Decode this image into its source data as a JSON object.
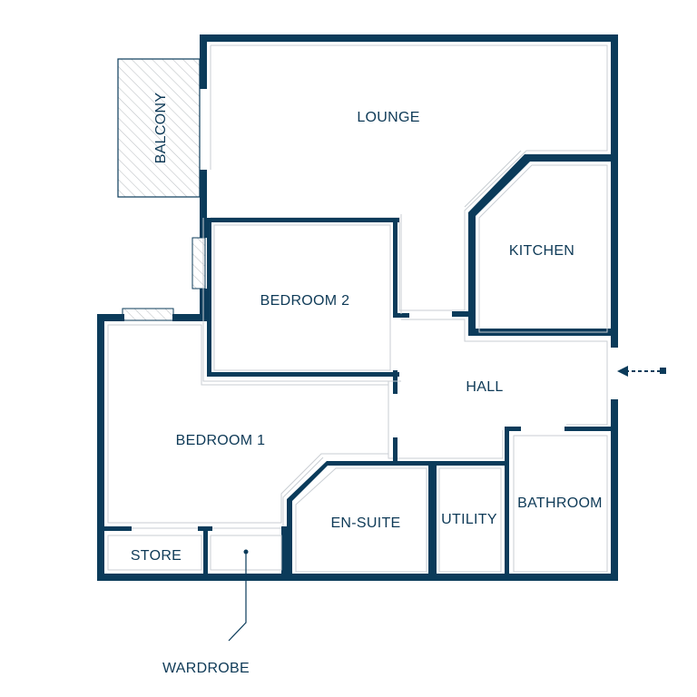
{
  "colors": {
    "wall": "#0b3b5a",
    "label": "#0e3a57",
    "background": "#ffffff",
    "hatch": "#c0c4c8"
  },
  "rooms": {
    "lounge": "LOUNGE",
    "balcony": "BALCONY",
    "kitchen": "KITCHEN",
    "bedroom2": "BEDROOM 2",
    "hall": "HALL",
    "bedroom1": "BEDROOM 1",
    "ensuite": "EN-SUITE",
    "utility": "UTILITY",
    "bathroom": "BATHROOM",
    "store": "STORE",
    "wardrobe": "WARDROBE"
  },
  "icons": {
    "entrance": "dashed-arrow-left-icon"
  }
}
